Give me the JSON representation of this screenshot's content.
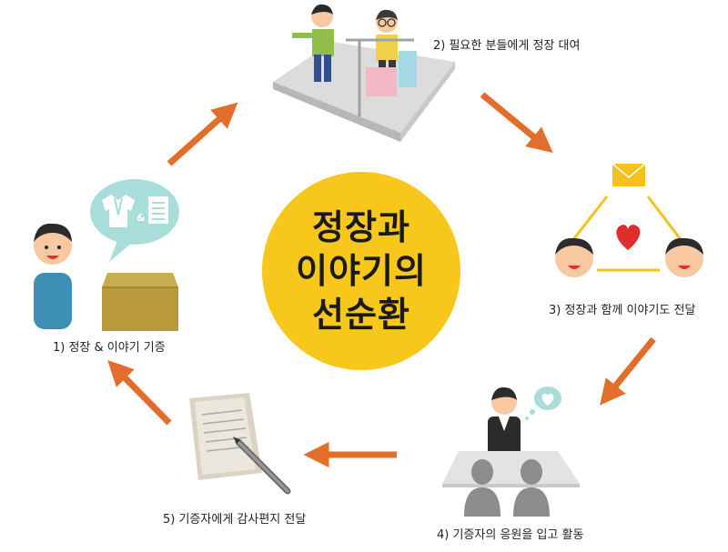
{
  "center": {
    "lines": [
      "정장과",
      "이야기의",
      "선순환"
    ],
    "color": "#f7c81b"
  },
  "steps": [
    {
      "label": "1) 정장 & 이야기 기증"
    },
    {
      "label": "2) 필요한 분들에게 정장 대여"
    },
    {
      "label": "3) 정장과 함께 이야기도 전달"
    },
    {
      "label": "4) 기증자의 응원을 입고 활동"
    },
    {
      "label": "5) 기증자에게 감사편지 전달"
    }
  ],
  "donation_bubble_symbol": "&",
  "colors": {
    "arrow": "#e36d2b",
    "bubble": "#a9ddd9",
    "box": "#b89a3c",
    "shirt": "#3d8fb3",
    "heart": "#e02d2d",
    "envelope": "#f4c21a"
  },
  "icons": [
    "person-icon",
    "speech-bubble-icon",
    "box-icon",
    "store-icon",
    "envelope-icon",
    "heart-icon",
    "interview-icon",
    "letter-icon",
    "pen-icon",
    "arrow-icon"
  ]
}
